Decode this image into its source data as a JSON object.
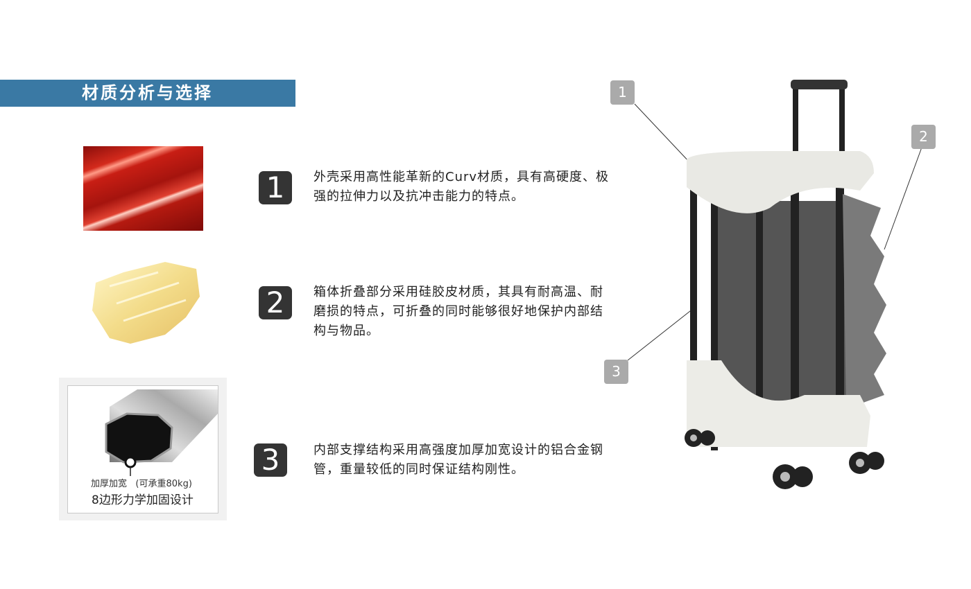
{
  "title": "材质分析与选择",
  "materials": [
    {
      "number": "1",
      "text": "外壳采用高性能革新的Curv材质，具有高硬度、极强的拉伸力以及抗冲击能力的特点。"
    },
    {
      "number": "2",
      "text": "箱体折叠部分采用硅胶皮材质，其具有耐高温、耐磨损的特点，可折叠的同时能够很好地保护内部结构与物品。"
    },
    {
      "number": "3",
      "text": "内部支撑结构采用高强度加厚加宽设计的铝合金钢管，重量较低的同时保证结构刚性。"
    }
  ],
  "pipe_image": {
    "label_left": "加厚加宽",
    "label_right": "(可承重80kg)",
    "label_main": "8边形力学加固设计"
  },
  "callouts": [
    "1",
    "2",
    "3"
  ],
  "colors": {
    "banner": "#3a79a4",
    "badge": "#343434",
    "callout": "#aaaaaa"
  }
}
